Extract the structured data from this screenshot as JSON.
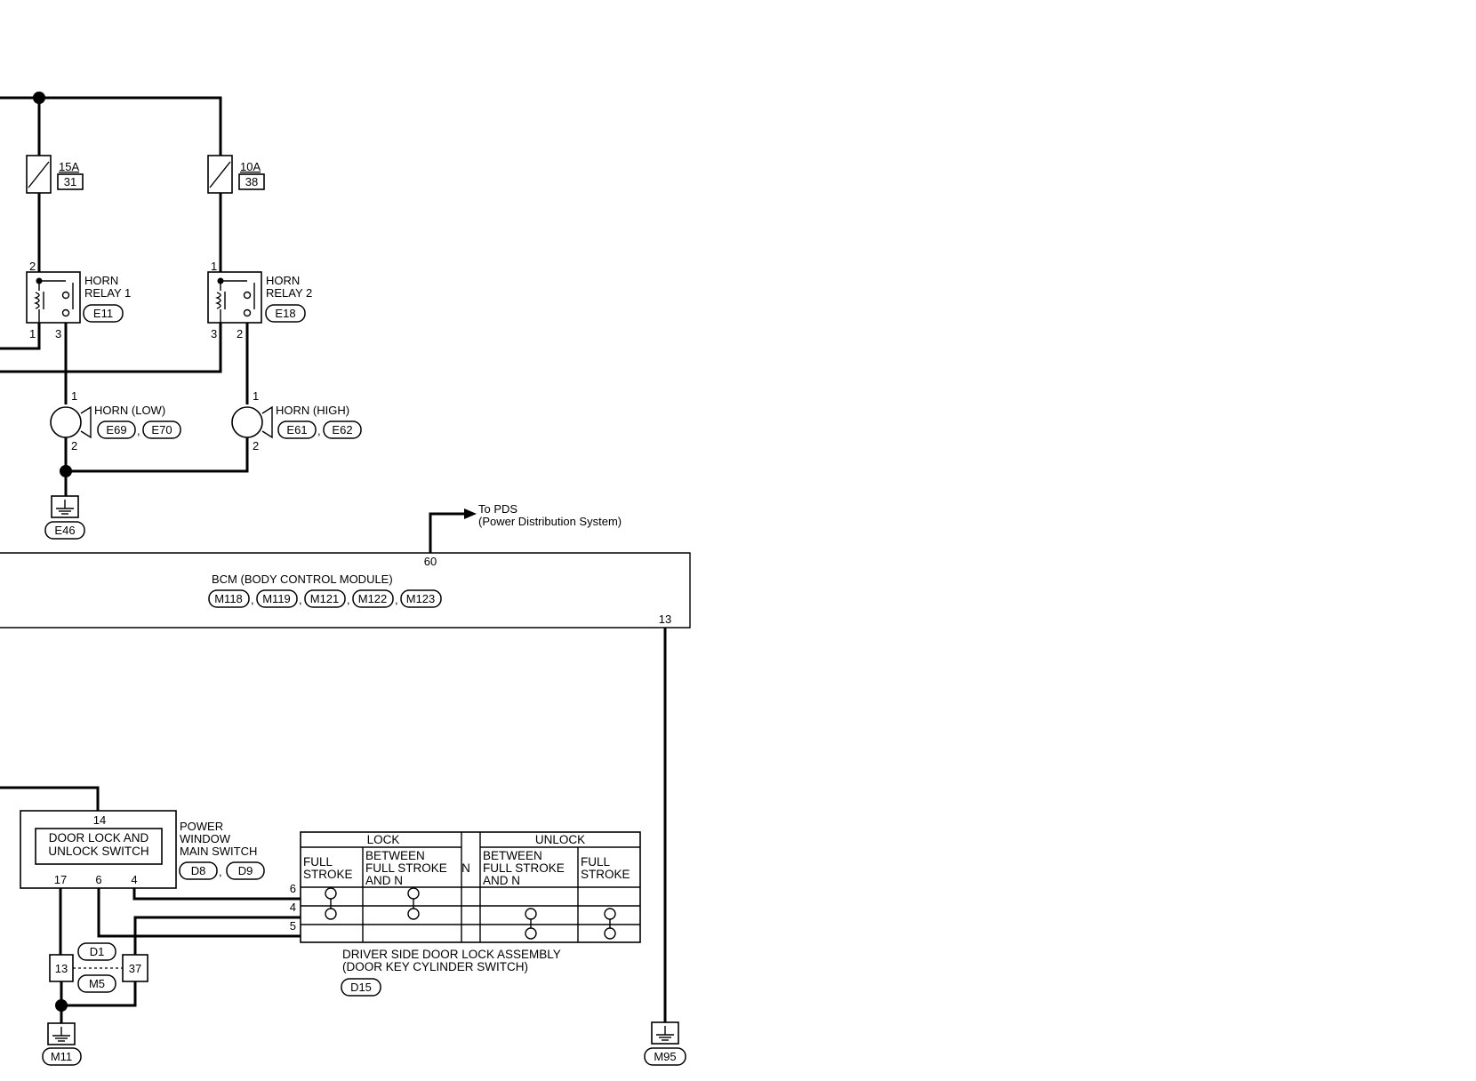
{
  "fuses": [
    {
      "amps": "15A",
      "num": "31"
    },
    {
      "amps": "10A",
      "num": "38"
    }
  ],
  "relay1": {
    "line1": "HORN",
    "line2": "RELAY 1",
    "connector": "E11",
    "pins": [
      "2",
      "1",
      "3"
    ]
  },
  "relay2": {
    "line1": "HORN",
    "line2": "RELAY 2",
    "connector": "E18",
    "pins": [
      "1",
      "3",
      "2"
    ]
  },
  "horn_low": {
    "label": "HORN (LOW)",
    "connectors": [
      "E69",
      "E70"
    ],
    "pins": [
      "1",
      "2"
    ]
  },
  "horn_high": {
    "label": "HORN (HIGH)",
    "connectors": [
      "E61",
      "E62"
    ],
    "pins": [
      "1",
      "2"
    ]
  },
  "grounds": [
    "E46",
    "M11",
    "M95"
  ],
  "pds": {
    "line1": "To PDS",
    "line2": "(Power Distribution System)"
  },
  "bcm": {
    "title": "BCM (BODY CONTROL MODULE)",
    "connectors": [
      "M118",
      "M119",
      "M121",
      "M122",
      "M123"
    ],
    "pin_pds": "60",
    "pin_ground": "13"
  },
  "pw_switch": {
    "inner_line1": "DOOR LOCK AND",
    "inner_line2": "UNLOCK SWITCH",
    "name_lines": [
      "POWER",
      "WINDOW",
      "MAIN SWITCH"
    ],
    "connectors": [
      "D8",
      "D9"
    ],
    "pins": [
      "14",
      "17",
      "6",
      "4"
    ]
  },
  "joint": {
    "left": "13",
    "right": "37",
    "top": "D1",
    "bottom": "M5"
  },
  "switch_table": {
    "groups": [
      "LOCK",
      "UNLOCK"
    ],
    "cols": [
      "FULL\nSTROKE",
      "BETWEEN\nFULL STROKE\nAND N",
      "N",
      "BETWEEN\nFULL STROKE\nAND N",
      "FULL\nSTROKE"
    ],
    "rows": [
      "6",
      "4",
      "5"
    ]
  },
  "door_lock": {
    "line1": "DRIVER SIDE DOOR LOCK ASSEMBLY",
    "line2": "(DOOR KEY CYLINDER SWITCH)",
    "connector": "D15"
  }
}
